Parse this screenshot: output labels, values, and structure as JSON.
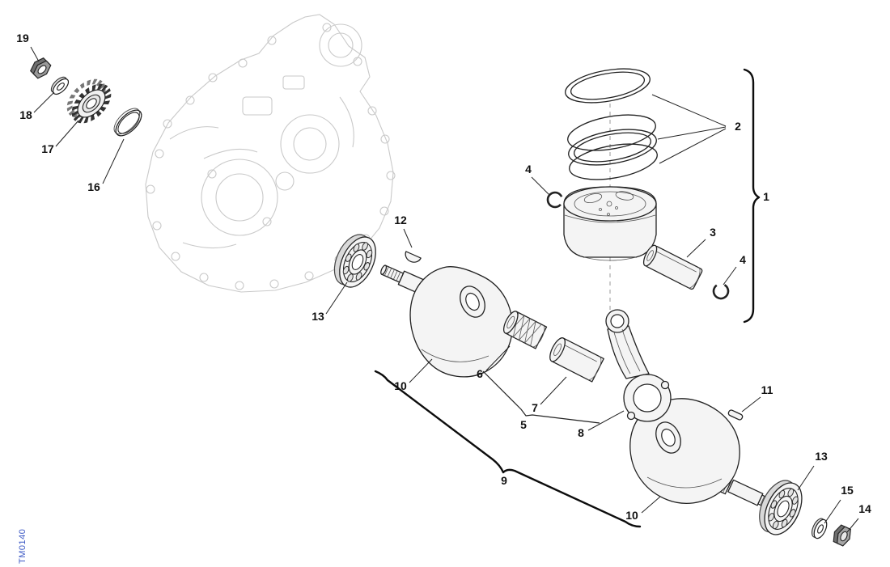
{
  "diagram": {
    "drawing_code": "TM0140",
    "colors": {
      "accent": "#3a57c4",
      "line": "#1a1a1a",
      "case_outline": "#c9c9c9"
    },
    "callouts": [
      {
        "ref": "19"
      },
      {
        "ref": "18"
      },
      {
        "ref": "17"
      },
      {
        "ref": "16"
      },
      {
        "ref": "13"
      },
      {
        "ref": "12"
      },
      {
        "ref": "10"
      },
      {
        "ref": "6"
      },
      {
        "ref": "5"
      },
      {
        "ref": "7"
      },
      {
        "ref": "8"
      },
      {
        "ref": "9"
      },
      {
        "ref": "4"
      },
      {
        "ref": "2"
      },
      {
        "ref": "1"
      },
      {
        "ref": "3"
      },
      {
        "ref": "4"
      },
      {
        "ref": "11"
      },
      {
        "ref": "13"
      },
      {
        "ref": "10"
      },
      {
        "ref": "15"
      },
      {
        "ref": "14"
      }
    ]
  }
}
